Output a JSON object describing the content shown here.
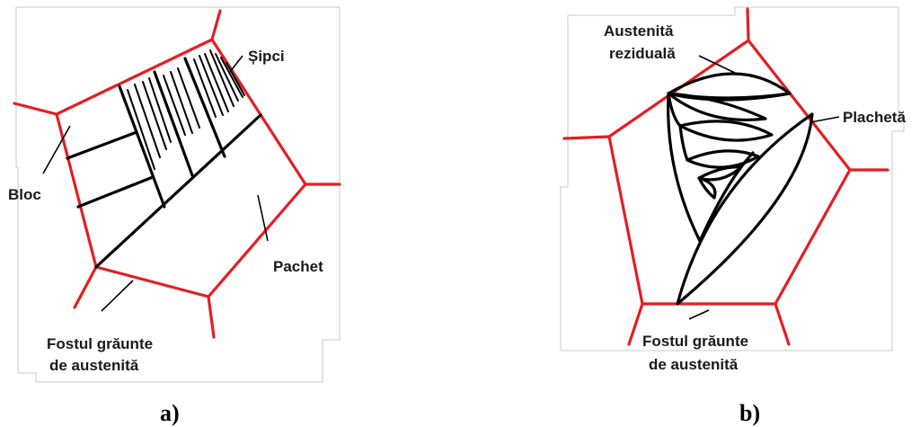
{
  "panel_a": {
    "labels": {
      "sipci": "Șipci",
      "bloc": "Bloc",
      "pachet": "Pachet",
      "grain_line1": "Fostul grăunte",
      "grain_line2": "de austenită"
    },
    "caption": "a)"
  },
  "panel_b": {
    "labels": {
      "retained_line1": "Austenită",
      "retained_line2": "reziduală",
      "plate": "Plachetă",
      "grain_line1": "Fostul grăunte",
      "grain_line2": "de austenită"
    },
    "caption": "b)"
  },
  "colors": {
    "grain_boundary": "#e31e24",
    "microstructure": "#000000"
  }
}
